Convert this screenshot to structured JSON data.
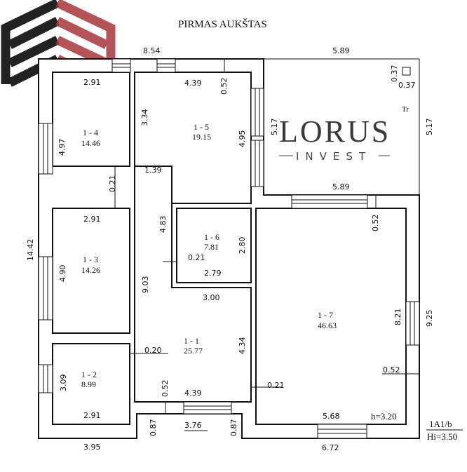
{
  "title": "PIRMAS AUKŠTAS",
  "logo": {
    "name": "LORUS",
    "sub": "INVEST",
    "colors": {
      "dark": "#222222",
      "red": "#a8363c"
    }
  },
  "rooms": [
    {
      "id": "1 - 4",
      "area": "14.46"
    },
    {
      "id": "1 - 5",
      "area": "19.15"
    },
    {
      "id": "1 - 3",
      "area": "14.26"
    },
    {
      "id": "1 - 6",
      "area": "7.81"
    },
    {
      "id": "1 - 1",
      "area": "25.77"
    },
    {
      "id": "1 - 2",
      "area": "8.99"
    },
    {
      "id": "1 - 7",
      "area": "46.63"
    }
  ],
  "dimensions": {
    "top_left": "8.54",
    "top_right": "5.89",
    "sq_a": "0.37",
    "sq_b": "0.37",
    "tr": "Tr",
    "r14_w": "2.91",
    "r15_w": "4.39",
    "wall_052_top": "0.52",
    "r15_h": "3.34",
    "r14_h": "4.97",
    "r15_h2": "4.95",
    "r15_out": "5.17",
    "right_out": "5.17",
    "corr_w": "1.39",
    "wall_021_a": "0.21",
    "r17_top": "5.89",
    "wall_052_mid": "0.52",
    "r13_w": "2.91",
    "corr_h": "4.83",
    "r16_h": "2.80",
    "wall_021_b": "0.21",
    "r16_w": "2.79",
    "left_total": "14.42",
    "r13_h": "4.90",
    "r11_h": "9.03",
    "r11_w": "3.00",
    "r11_h2": "4.34",
    "r17_h": "8.21",
    "r17_out": "9.25",
    "wall_020": "0.20",
    "wall_052_right": "0.52",
    "r12_h": "3.09",
    "wall_052_bot": "0.52",
    "r11_bottom": "4.39",
    "wall_021_c": "0.21",
    "r12_w": "2.91",
    "porch_l": "0.87",
    "porch_w": "3.76",
    "porch_r": "0.87",
    "r17_w": "5.68",
    "height": "h=3.20",
    "bottom_left": "3.95",
    "bottom_right": "6.72"
  },
  "notes": {
    "code": "1A1/b",
    "hi": "Hi=3.50"
  }
}
